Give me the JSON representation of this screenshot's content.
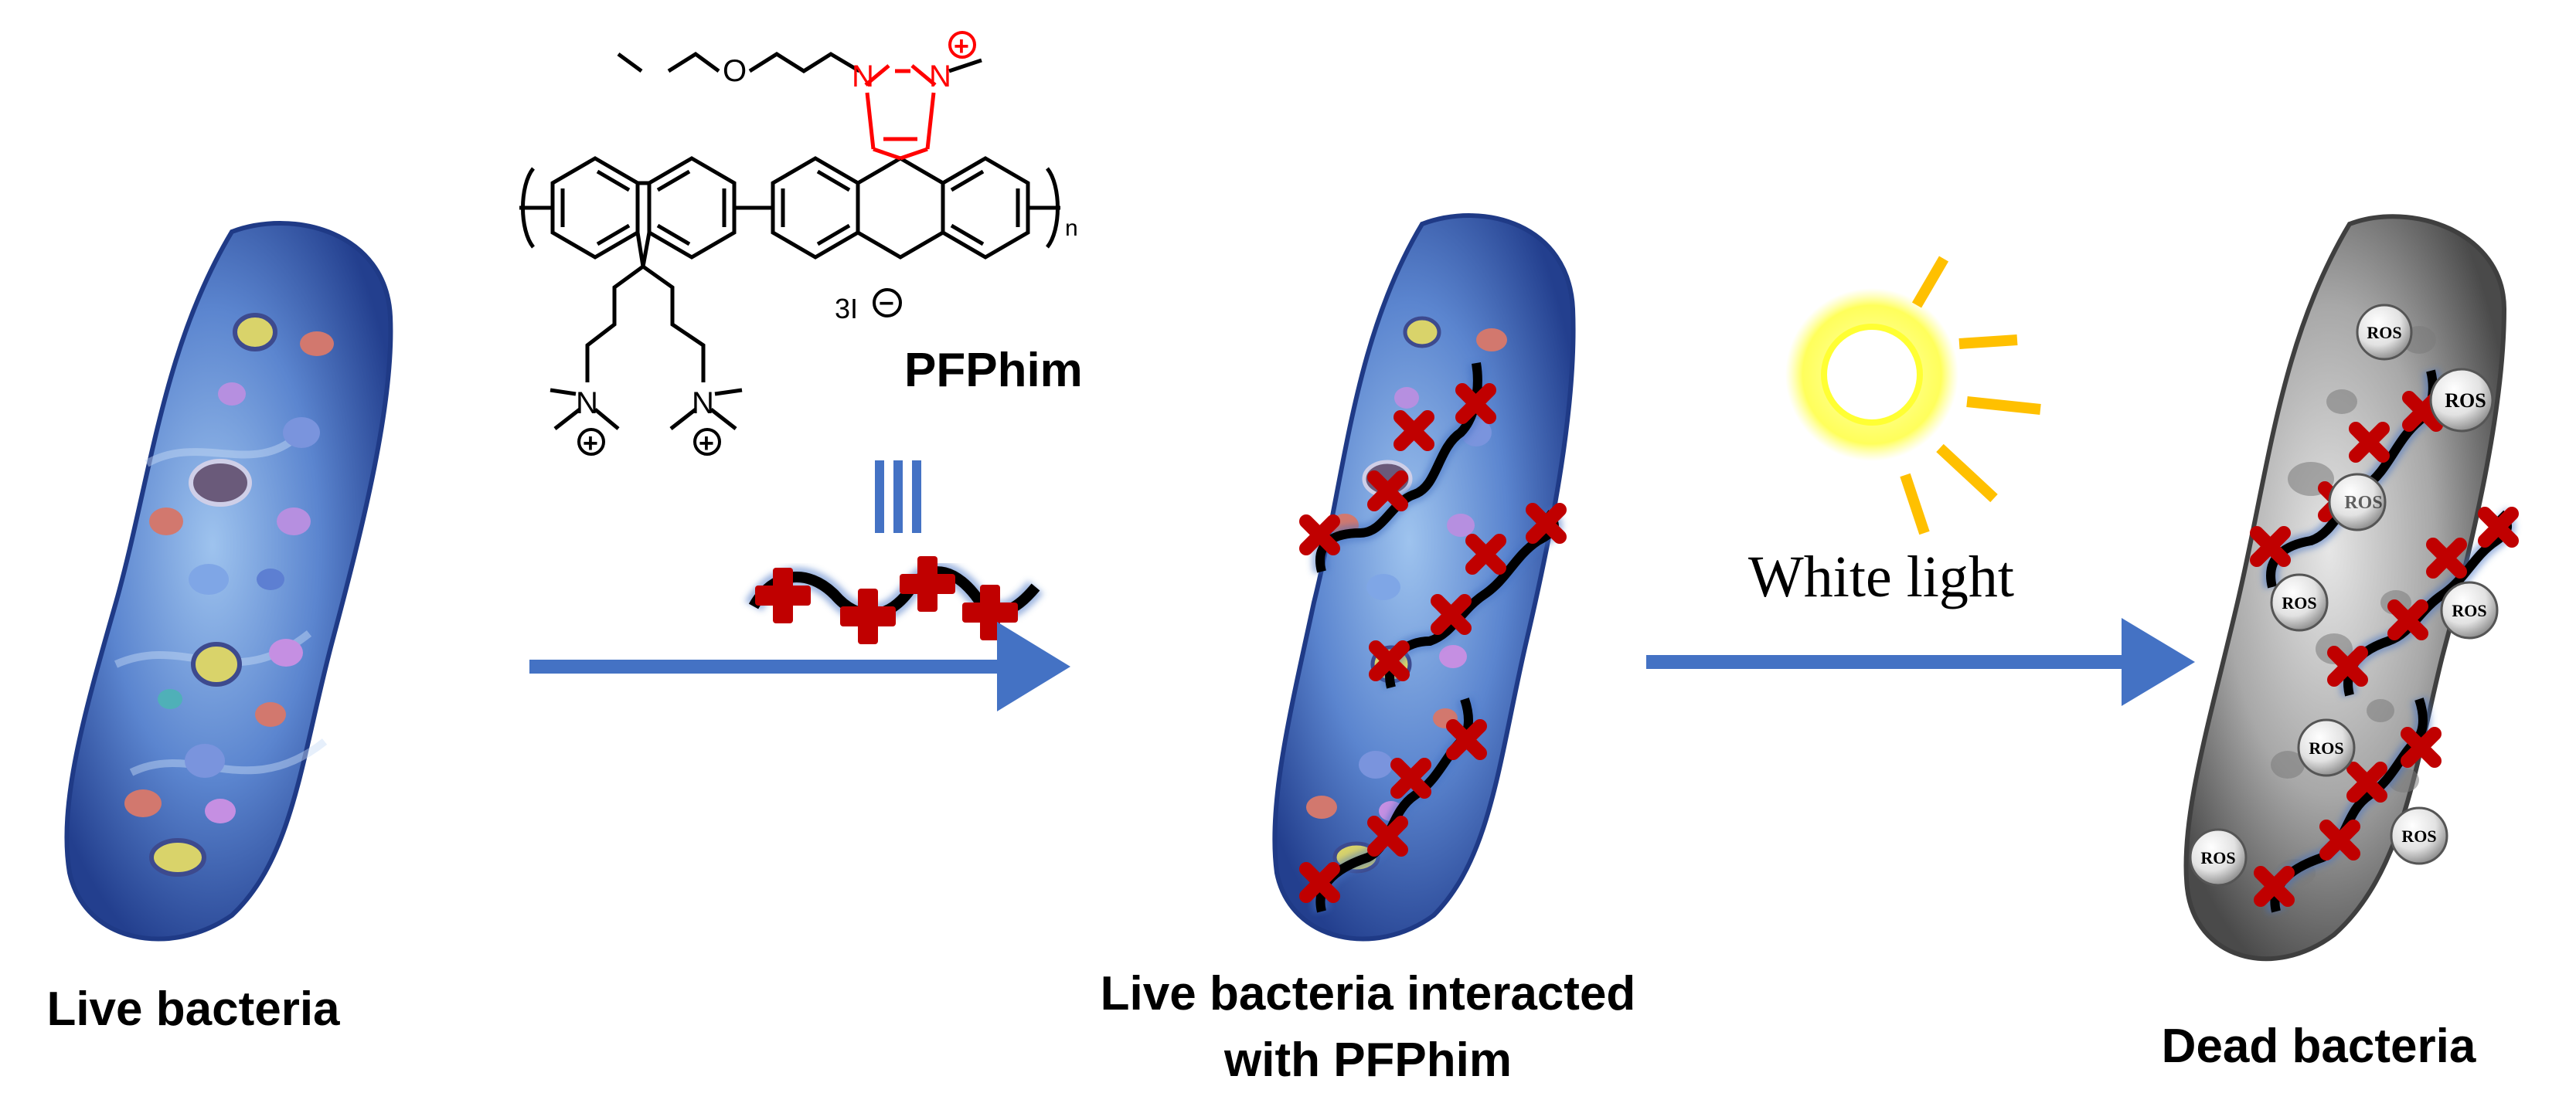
{
  "captions": {
    "live": "Live bacteria",
    "interacted_line1": "Live bacteria interacted",
    "interacted_line2": "with PFPhim",
    "dead": "Dead bacteria"
  },
  "polymer_name": "PFPhim",
  "equivalence_symbol": "≡",
  "light_label": "White light",
  "ros_label": "ROS",
  "structure": {
    "nitrogen": "N",
    "oxygen": "O",
    "counterion": "3I",
    "repeat_index": "n",
    "plus_charge": "+",
    "minus_charge": "−"
  },
  "colors": {
    "arrow": "#4472C4",
    "cross": "#C00000",
    "imidazolium": "#FF0000",
    "sun_ray": "#FFC000",
    "sun_core": "#FFFF66",
    "live_cell": "#3F63B8",
    "dead_cell": "#8C8C8C"
  },
  "icons": [
    "sun-icon",
    "arrow-icon",
    "cross-icon",
    "ros-sphere-icon"
  ]
}
